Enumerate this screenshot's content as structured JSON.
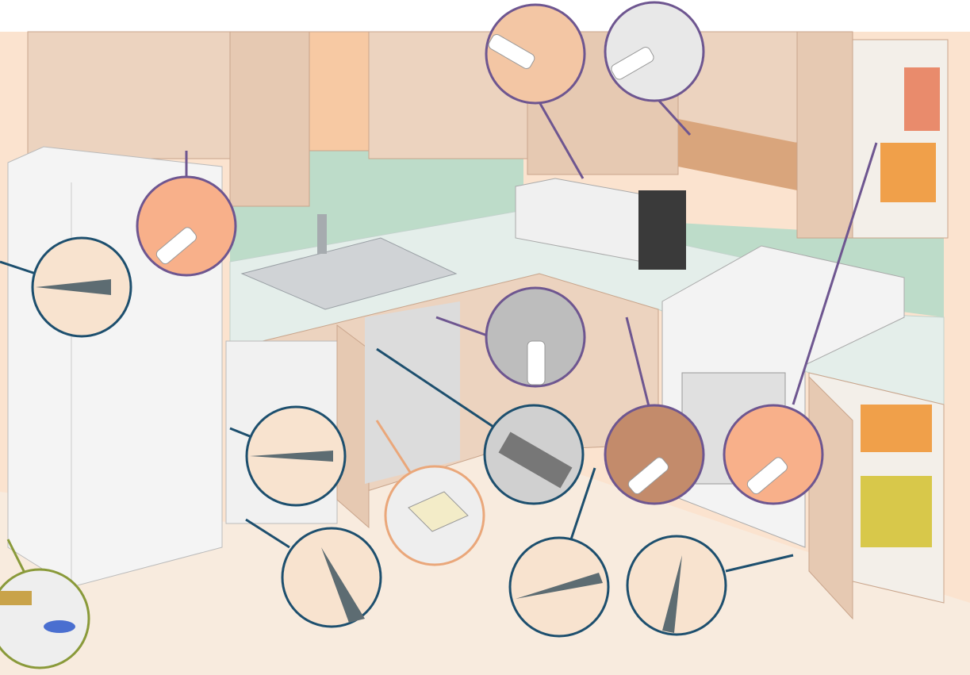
{
  "colors": {
    "cabinet": "#e9cdb8",
    "cabinet_shadow": "#d8b49c",
    "backsplash": "#b9d9c8",
    "countertop": "#e4eeea",
    "appliance": "#f2f2f2",
    "floor": "#f7e6d6",
    "wall": "#f9d2b0",
    "callout_purple": "#6e5690",
    "callout_blue": "#1d4f6e",
    "callout_orange": "#eaa77a",
    "callout_green": "#8a9a3a"
  },
  "callouts": [
    {
      "icon": "caulk-tube-icon",
      "color": "callout_purple"
    },
    {
      "icon": "caulk-tube-icon",
      "color": "callout_purple"
    },
    {
      "icon": "caulk-tube-icon",
      "color": "callout_purple"
    },
    {
      "icon": "caulk-tube-icon",
      "color": "callout_purple"
    },
    {
      "icon": "caulk-tube-icon",
      "color": "callout_purple"
    },
    {
      "icon": "caulk-tube-icon",
      "color": "callout_purple"
    },
    {
      "icon": "gap-seal-icon",
      "color": "callout_blue"
    },
    {
      "icon": "gap-seal-icon",
      "color": "callout_blue"
    },
    {
      "icon": "gap-seal-icon",
      "color": "callout_blue"
    },
    {
      "icon": "pipe-seal-icon",
      "color": "callout_blue"
    },
    {
      "icon": "gap-seal-icon",
      "color": "callout_blue"
    },
    {
      "icon": "gap-seal-icon",
      "color": "callout_blue"
    },
    {
      "icon": "trap-icon",
      "color": "callout_orange"
    },
    {
      "icon": "spray-nozzle-icon",
      "color": "callout_green"
    }
  ]
}
